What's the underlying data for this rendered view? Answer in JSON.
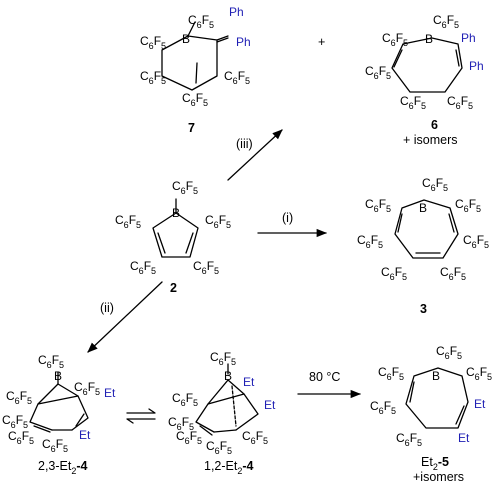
{
  "subs": {
    "aryl": "C6F5",
    "ph": "Ph",
    "et": "Et",
    "boron": "B"
  },
  "compounds": {
    "c7": "7",
    "c6": "6",
    "c6_note": "+ isomers",
    "plus": "+",
    "c2": "2",
    "c3": "3",
    "c4a_prefix": "2,3-Et",
    "c4a_num": "2",
    "c4a_suffix": "-4",
    "c4b_prefix": "1,2-Et",
    "c4b_num": "2",
    "c4b_suffix": "-4",
    "c5_prefix": "Et",
    "c5_num": "2",
    "c5_suffix": "-5",
    "c5_note": "+isomers"
  },
  "reagents": {
    "iii": "(iii)",
    "i": "(i)",
    "ii": "(ii)",
    "heat": "80 °C"
  },
  "colors": {
    "ink": "#000000",
    "blue": "#1f1fb4"
  }
}
